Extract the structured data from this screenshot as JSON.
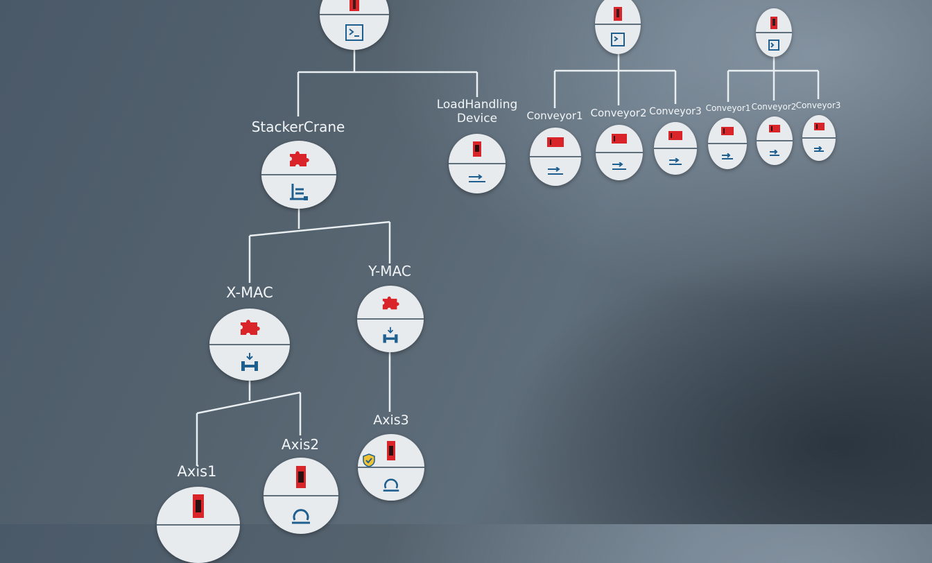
{
  "nodes": {
    "stacker_crane": {
      "label": "StackerCrane"
    },
    "load_handling": {
      "label_line1": "LoadHandling",
      "label_line2": "Device"
    },
    "group2_conveyor1": {
      "label": "Conveyor1"
    },
    "group2_conveyor2": {
      "label": "Conveyor2"
    },
    "group2_conveyor3": {
      "label": "Conveyor3"
    },
    "group3_conveyor1": {
      "label": "Conveyor1"
    },
    "group3_conveyor2": {
      "label": "Conveyor2"
    },
    "group3_conveyor3": {
      "label": "Conveyor3"
    },
    "x_mac": {
      "label": "X-MAC"
    },
    "y_mac": {
      "label": "Y-MAC"
    },
    "axis1": {
      "label": "Axis1"
    },
    "axis2": {
      "label": "Axis2"
    },
    "axis3": {
      "label": "Axis3"
    }
  },
  "icons": {
    "controller": "controller-icon",
    "program": "program-icon",
    "module": "puzzle-icon",
    "stacker": "stacker-crane-icon",
    "mac": "mechanical-axis-icon",
    "conveyor": "conveyor-icon",
    "drive": "drive-icon",
    "motor": "motor-icon",
    "safety": "safety-shield-icon"
  },
  "colors": {
    "accent_red": "#d9252a",
    "icon_blue": "#1f5f8f",
    "circle_fill": "#e7ebee",
    "line": "#e9eef1",
    "background": "#55636f"
  }
}
